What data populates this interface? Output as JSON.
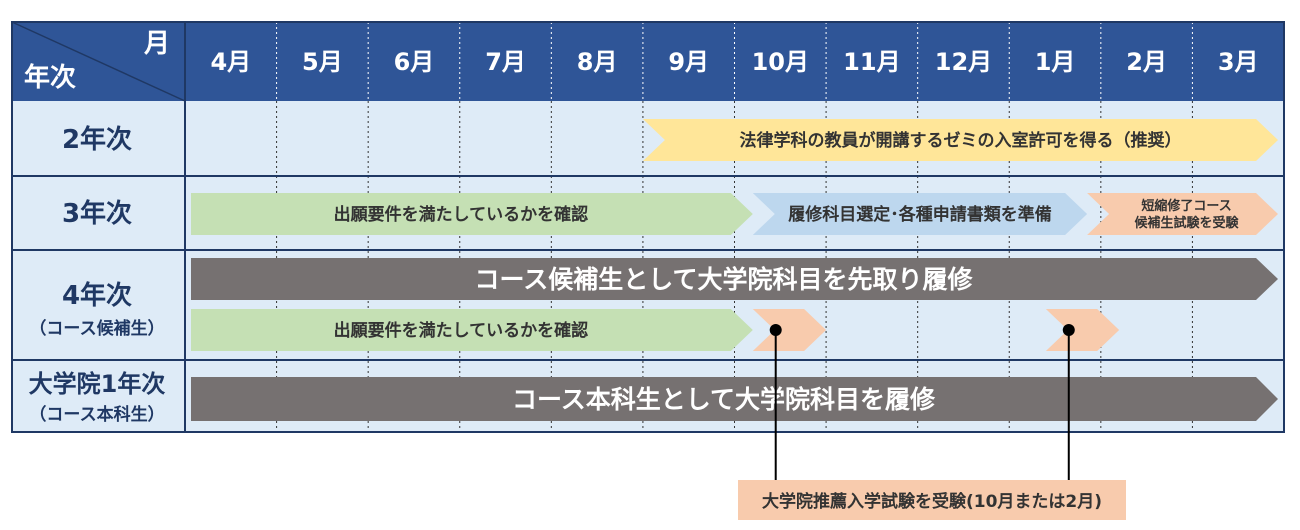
{
  "corner": {
    "month_label": "月",
    "year_label": "年次"
  },
  "months": [
    "4月",
    "5月",
    "6月",
    "7月",
    "8月",
    "9月",
    "10月",
    "11月",
    "12月",
    "1月",
    "2月",
    "3月"
  ],
  "rows": [
    {
      "label": "2年次",
      "sub": ""
    },
    {
      "label": "3年次",
      "sub": ""
    },
    {
      "label": "4年次",
      "sub": "（コース候補生）"
    },
    {
      "label": "大学院1年次",
      "sub": "（コース本科生）"
    }
  ],
  "bars": [
    {
      "id": "seminar-permission",
      "text": "法律学科の教員が開講するゼミの入室許可を得る（推奨）",
      "row": 0,
      "start_month": 5.0,
      "end_month": 12.0,
      "color": "#ffe699",
      "text_color": "#333333"
    },
    {
      "id": "confirm-requirements-y3",
      "text": "出願要件を満たしているかを確認",
      "row": 1,
      "start_month": 0.0,
      "end_month": 6.2,
      "color": "#c5e0b4",
      "text_color": "#333333"
    },
    {
      "id": "course-selection",
      "text": "履修科目選定･各種申請書類を準備",
      "row": 1,
      "start_month": 6.2,
      "end_month": 9.85,
      "color": "#bdd7ee",
      "text_color": "#333333"
    },
    {
      "id": "short-course-exam",
      "text_lines": [
        "短縮修了コース",
        "候補生試験を受験"
      ],
      "row": 1,
      "start_month": 9.85,
      "end_month": 12.0,
      "color": "#f8cbad",
      "text_color": "#333333"
    },
    {
      "id": "grad-courses-early",
      "text": "コース候補生として大学院科目を先取り履修",
      "row": 2,
      "lane": "top",
      "start_month": 0.0,
      "end_month": 12.0,
      "color": "#767171",
      "text_color": "#ffffff"
    },
    {
      "id": "confirm-requirements-y4",
      "text": "出願要件を満たしているかを確認",
      "row": 2,
      "lane": "bottom",
      "start_month": 0.0,
      "end_month": 6.2,
      "color": "#c5e0b4",
      "text_color": "#333333"
    },
    {
      "id": "exam-oct",
      "text": "",
      "row": 2,
      "lane": "bottom",
      "start_month": 6.2,
      "end_month": 7.0,
      "color": "#f8cbad",
      "text_color": "#333333"
    },
    {
      "id": "exam-feb",
      "text": "",
      "row": 2,
      "lane": "bottom",
      "start_month": 9.4,
      "end_month": 10.2,
      "color": "#f8cbad",
      "text_color": "#333333"
    },
    {
      "id": "grad-courses",
      "text": "コース本科生として大学院科目を履修",
      "row": 3,
      "start_month": 0.0,
      "end_month": 12.0,
      "color": "#767171",
      "text_color": "#ffffff"
    }
  ],
  "callout": {
    "text": "大学院推薦入学試験を受験(10月または2月)",
    "color": "#f8cbad",
    "points_month": [
      6.45,
      9.65
    ]
  },
  "colors": {
    "header_bg": "#2f5597",
    "grid_bg": "#deebf7",
    "border": "#1f3864",
    "row_label": "#1f3864"
  }
}
